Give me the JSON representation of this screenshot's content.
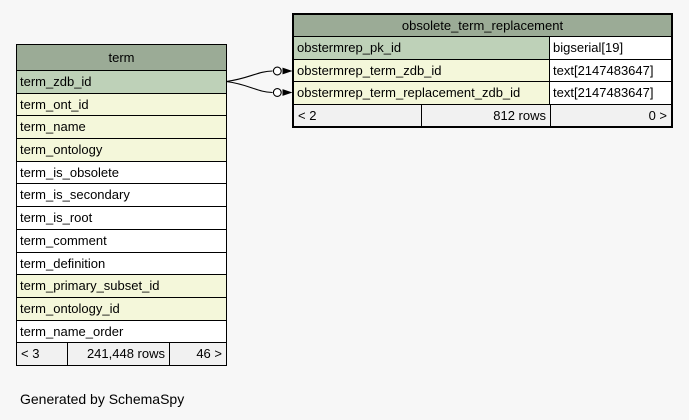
{
  "page": {
    "background_color": "#f7f7f7",
    "credit": "Generated by SchemaSpy"
  },
  "colors": {
    "table_header_bg": "#9bab96",
    "primary_key_bg": "#bed1b8",
    "indexed_column_bg": "#f4f7da",
    "regular_column_bg": "#ffffff",
    "footer_bg": "#f1f1f1",
    "border": "#000000",
    "connector": "#000000"
  },
  "tables": {
    "term": {
      "title": "term",
      "columns": [
        {
          "name": "term_zdb_id",
          "highlight": "primary-key"
        },
        {
          "name": "term_ont_id",
          "highlight": "indexed"
        },
        {
          "name": "term_name",
          "highlight": "indexed"
        },
        {
          "name": "term_ontology",
          "highlight": "indexed"
        },
        {
          "name": "term_is_obsolete",
          "highlight": "none"
        },
        {
          "name": "term_is_secondary",
          "highlight": "none"
        },
        {
          "name": "term_is_root",
          "highlight": "none"
        },
        {
          "name": "term_comment",
          "highlight": "none"
        },
        {
          "name": "term_definition",
          "highlight": "none"
        },
        {
          "name": "term_primary_subset_id",
          "highlight": "indexed"
        },
        {
          "name": "term_ontology_id",
          "highlight": "indexed"
        },
        {
          "name": "term_name_order",
          "highlight": "none"
        }
      ],
      "footer": {
        "left": "< 3",
        "middle": "241,448 rows",
        "right": "46 >"
      }
    },
    "obsolete_term_replacement": {
      "title": "obsolete_term_replacement",
      "columns": [
        {
          "name": "obstermrep_pk_id",
          "type": "bigserial[19]",
          "highlight": "primary-key"
        },
        {
          "name": "obstermrep_term_zdb_id",
          "type": "text[2147483647]",
          "highlight": "indexed"
        },
        {
          "name": "obstermrep_term_replacement_zdb_id",
          "type": "text[2147483647]",
          "highlight": "indexed"
        }
      ],
      "footer": {
        "left": "< 2",
        "middle": "812 rows",
        "right": "0 >"
      }
    }
  },
  "relationships": [
    {
      "from": "term.term_zdb_id",
      "to": "obsolete_term_replacement.obstermrep_term_zdb_id"
    },
    {
      "from": "term.term_zdb_id",
      "to": "obsolete_term_replacement.obstermrep_term_replacement_zdb_id"
    }
  ]
}
